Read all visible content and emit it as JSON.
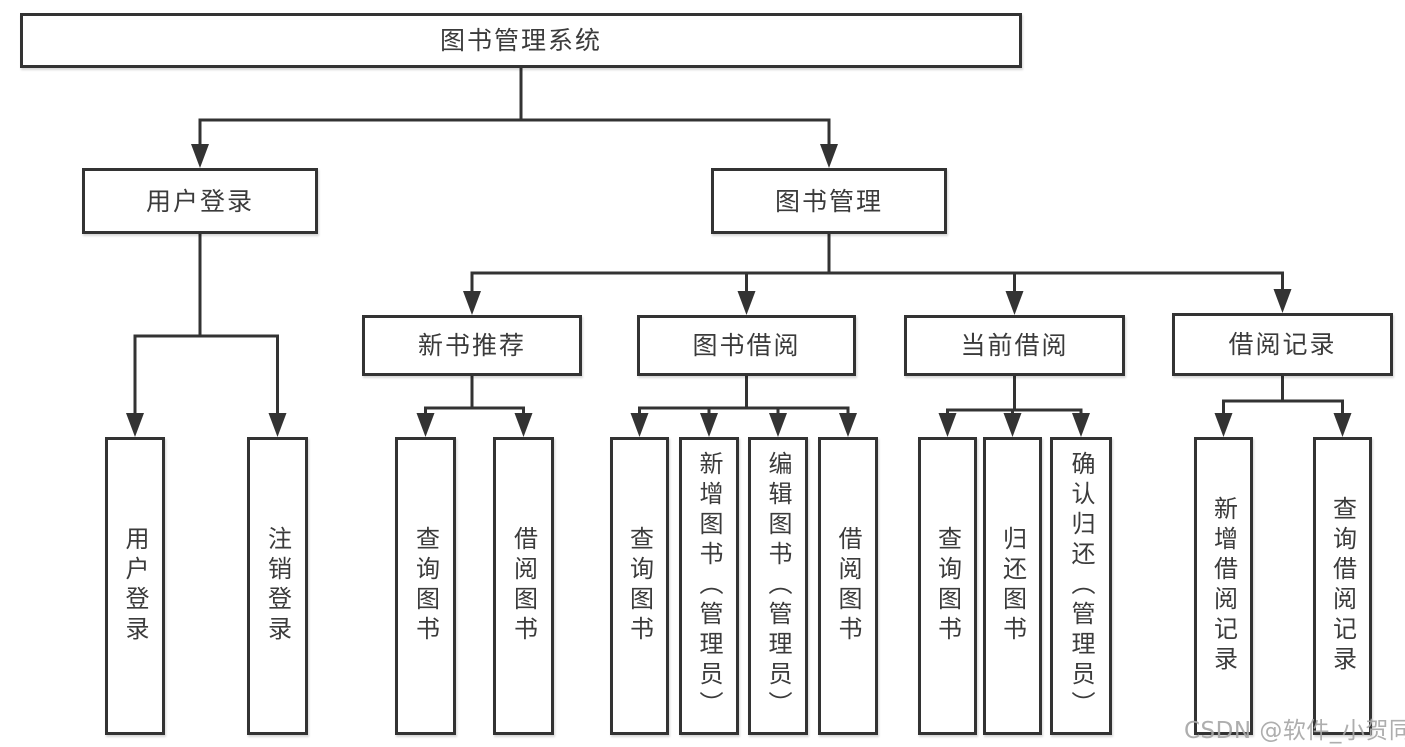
{
  "diagram": {
    "type": "hierarchy-tree",
    "title": "图书管理系统"
  },
  "nodes": {
    "root": {
      "label": "图书管理系统"
    },
    "login": {
      "label": "用户登录"
    },
    "mgmt": {
      "label": "图书管理"
    },
    "newbook": {
      "label": "新书推荐"
    },
    "borrow": {
      "label": "图书借阅"
    },
    "current": {
      "label": "当前借阅"
    },
    "records": {
      "label": "借阅记录"
    },
    "login_user": {
      "label": "用户登录"
    },
    "login_logout": {
      "label": "注销登录"
    },
    "newbook_query": {
      "label": "查询图书"
    },
    "newbook_borrow": {
      "label": "借阅图书"
    },
    "borrow_query": {
      "label": "查询图书"
    },
    "borrow_add": {
      "label": "新增图书（管理员）"
    },
    "borrow_edit": {
      "label": "编辑图书（管理员）"
    },
    "borrow_lend": {
      "label": "借阅图书"
    },
    "current_query": {
      "label": "查询图书"
    },
    "current_return": {
      "label": "归还图书"
    },
    "current_confirm": {
      "label": "确认归还（管理员）"
    },
    "records_add": {
      "label": "新增借阅记录"
    },
    "records_query": {
      "label": "查询借阅记录"
    }
  },
  "structure": {
    "root": [
      "login",
      "mgmt"
    ],
    "login": [
      "login_user",
      "login_logout"
    ],
    "mgmt": [
      "newbook",
      "borrow",
      "current",
      "records"
    ],
    "newbook": [
      "newbook_query",
      "newbook_borrow"
    ],
    "borrow": [
      "borrow_query",
      "borrow_add",
      "borrow_edit",
      "borrow_lend"
    ],
    "current": [
      "current_query",
      "current_return",
      "current_confirm"
    ],
    "records": [
      "records_add",
      "records_query"
    ]
  },
  "watermark": {
    "text": "CSDN @软件_小贺同学",
    "color": "#a8a8a8"
  },
  "colors": {
    "line": "#333333",
    "border": "#333333",
    "text": "#3b3b3b",
    "background": "#ffffff"
  }
}
